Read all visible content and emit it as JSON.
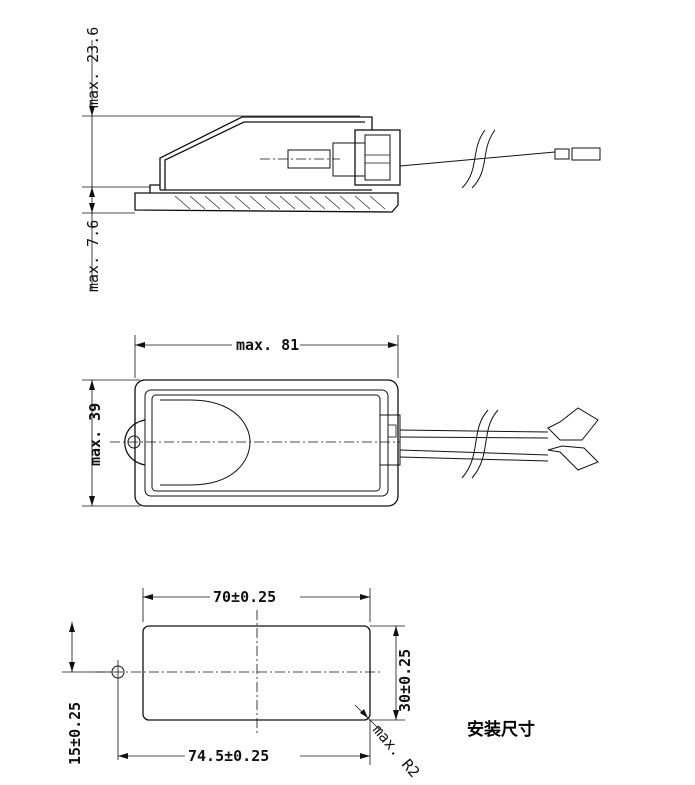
{
  "side_view": {
    "height_top_label": "max. 23.6",
    "height_bottom_label": "max. 7.6"
  },
  "top_view": {
    "width_label": "max. 81",
    "height_label": "max. 39"
  },
  "mounting": {
    "cutout_width_label": "70±0.25",
    "cutout_height_label": "30±0.25",
    "hole_offset_label": "15±0.25",
    "hole_span_label": "74.5±0.25",
    "corner_radius_label": "max. R2",
    "caption": "安装尺寸"
  },
  "colors": {
    "line": "#111111",
    "background": "#ffffff"
  }
}
